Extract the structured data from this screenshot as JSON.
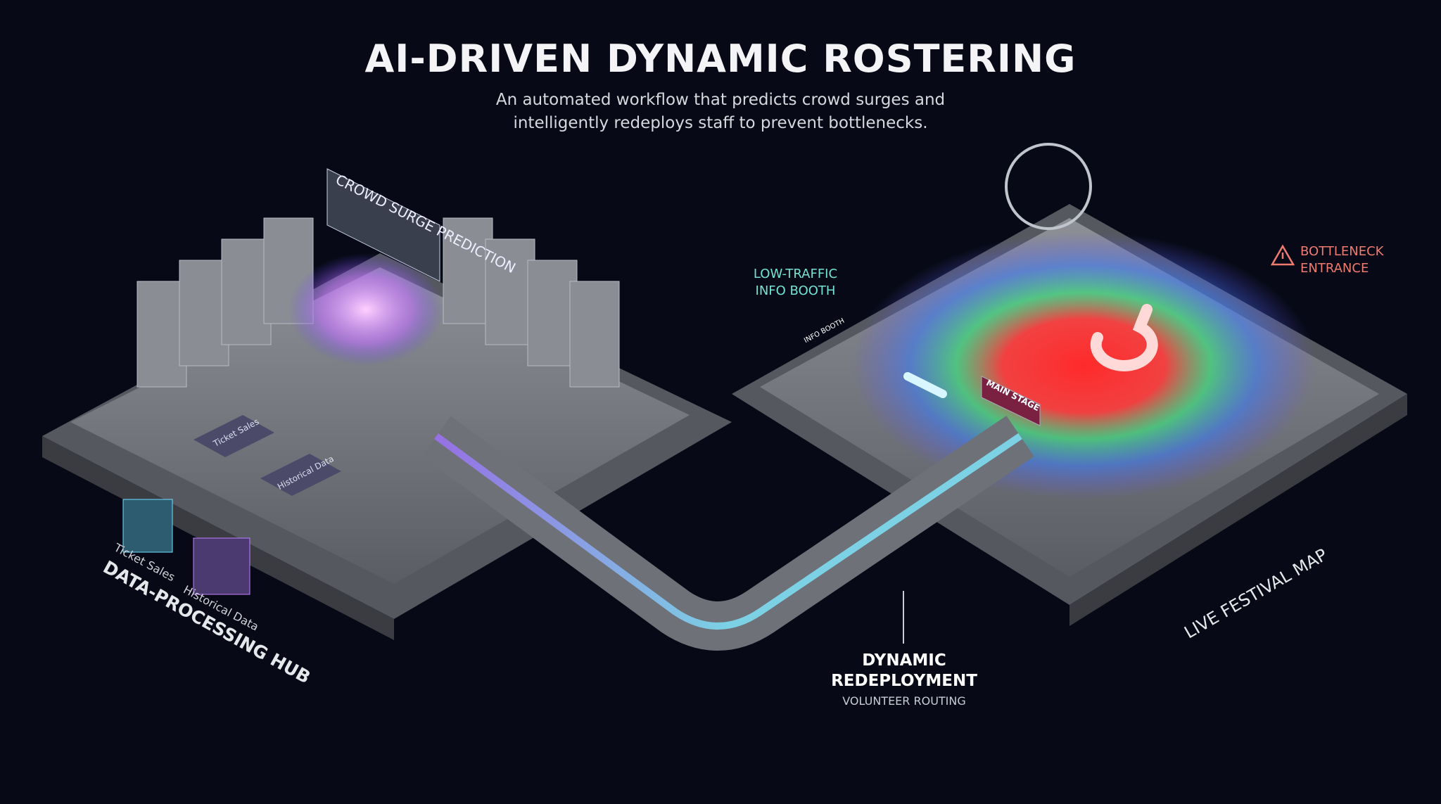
{
  "header": {
    "title": "AI-DRIVEN DYNAMIC ROSTERING",
    "subtitle_line1": "An automated workflow that predicts crowd surges and",
    "subtitle_line2": "intelligently redeploys staff to prevent bottlenecks."
  },
  "hub": {
    "label": "DATA-PROCESSING HUB",
    "prediction_panel": "CROWD SURGE PREDICTION",
    "inputs": [
      {
        "label": "Ticket Sales",
        "icon": "ticket-icon"
      },
      {
        "label": "Historical Data",
        "icon": "database-icon"
      }
    ],
    "block_labels": [
      "Ticket Sales",
      "Historical Data"
    ]
  },
  "path": {
    "title_line1": "DYNAMIC",
    "title_line2": "REDEPLOYMENT",
    "caption": "VOLUNTEER ROUTING"
  },
  "festival": {
    "label": "LIVE FESTIVAL MAP",
    "low_traffic_line1": "LOW-TRAFFIC",
    "low_traffic_line2": "INFO BOOTH",
    "bottleneck_line1": "BOTTLENECK",
    "bottleneck_line2": "ENTRANCE",
    "main_stage_sign": "MAIN STAGE",
    "info_booth_sign": "INFO BOOTH"
  },
  "colors": {
    "background": "#070a16",
    "low_traffic": "#74e3d3",
    "bottleneck": "#ee7a70",
    "path_glow": "#7fe9ff",
    "heat_hot": "#ff3030"
  }
}
